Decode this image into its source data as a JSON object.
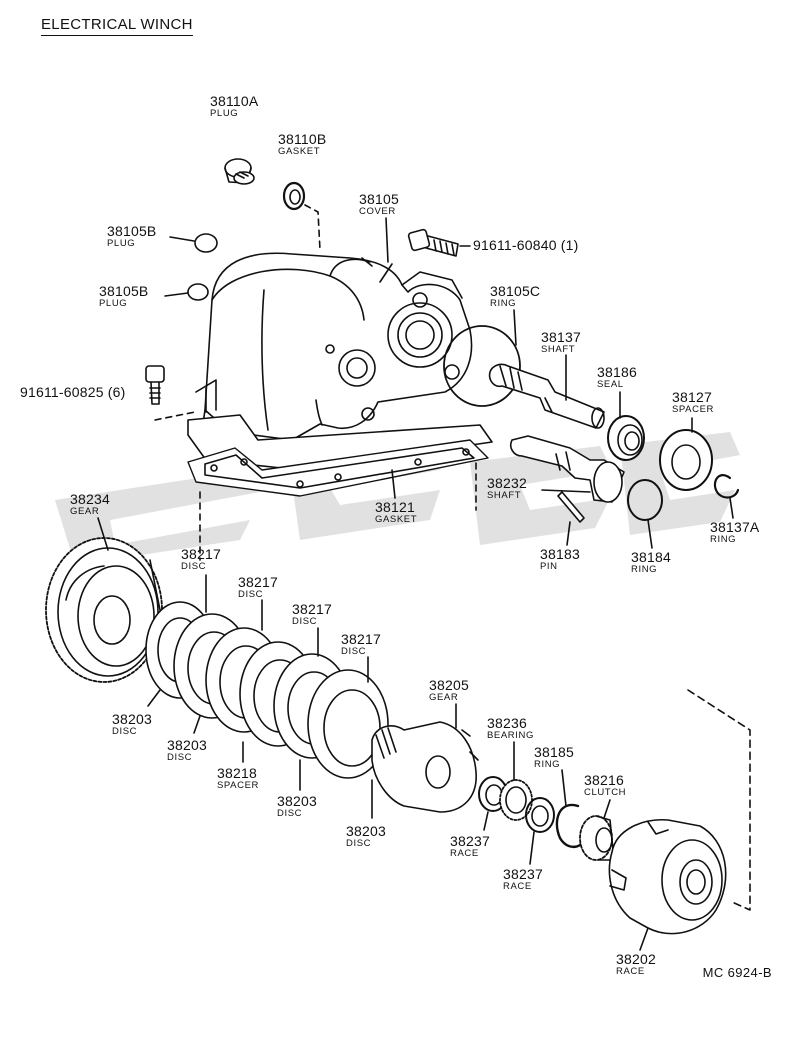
{
  "title": "ELECTRICAL WINCH",
  "drawing_code": "MC 6924-B",
  "parts": [
    {
      "id": "p38110a",
      "number": "38110A",
      "name": "PLUG"
    },
    {
      "id": "p38110b",
      "number": "38110B",
      "name": "GASKET"
    },
    {
      "id": "p38105",
      "number": "38105",
      "name": "COVER"
    },
    {
      "id": "p38105b1",
      "number": "38105B",
      "name": "PLUG"
    },
    {
      "id": "p91611a",
      "number": "91611-60840 (1)",
      "name": ""
    },
    {
      "id": "p38105b2",
      "number": "38105B",
      "name": "PLUG"
    },
    {
      "id": "p38105c",
      "number": "38105C",
      "name": "RING"
    },
    {
      "id": "p38137",
      "number": "38137",
      "name": "SHAFT"
    },
    {
      "id": "p38186",
      "number": "38186",
      "name": "SEAL"
    },
    {
      "id": "p38127",
      "number": "38127",
      "name": "SPACER"
    },
    {
      "id": "p91611b",
      "number": "91611-60825 (6)",
      "name": ""
    },
    {
      "id": "p38121",
      "number": "38121",
      "name": "GASKET"
    },
    {
      "id": "p38232",
      "number": "38232",
      "name": "SHAFT"
    },
    {
      "id": "p38183",
      "number": "38183",
      "name": "PIN"
    },
    {
      "id": "p38184",
      "number": "38184",
      "name": "RING"
    },
    {
      "id": "p38137a",
      "number": "38137A",
      "name": "RING"
    },
    {
      "id": "p38234",
      "number": "38234",
      "name": "GEAR"
    },
    {
      "id": "p38217a",
      "number": "38217",
      "name": "DISC"
    },
    {
      "id": "p38217b",
      "number": "38217",
      "name": "DISC"
    },
    {
      "id": "p38217c",
      "number": "38217",
      "name": "DISC"
    },
    {
      "id": "p38217d",
      "number": "38217",
      "name": "DISC"
    },
    {
      "id": "p38203a",
      "number": "38203",
      "name": "DISC"
    },
    {
      "id": "p38203b",
      "number": "38203",
      "name": "DISC"
    },
    {
      "id": "p38218",
      "number": "38218",
      "name": "SPACER"
    },
    {
      "id": "p38203c",
      "number": "38203",
      "name": "DISC"
    },
    {
      "id": "p38203d",
      "number": "38203",
      "name": "DISC"
    },
    {
      "id": "p38205",
      "number": "38205",
      "name": "GEAR"
    },
    {
      "id": "p38236",
      "number": "38236",
      "name": "BEARING"
    },
    {
      "id": "p38185",
      "number": "38185",
      "name": "RING"
    },
    {
      "id": "p38216",
      "number": "38216",
      "name": "CLUTCH"
    },
    {
      "id": "p38237a",
      "number": "38237",
      "name": "RACE"
    },
    {
      "id": "p38237b",
      "number": "38237",
      "name": "RACE"
    },
    {
      "id": "p38202",
      "number": "38202",
      "name": "RACE"
    }
  ]
}
